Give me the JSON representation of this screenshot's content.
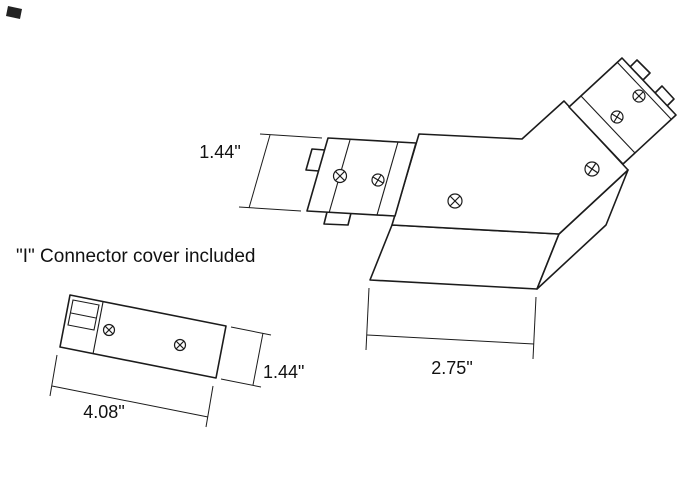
{
  "drawing": {
    "background_color": "#ffffff",
    "line_color": "#1c1c1c",
    "cover_note": "\"I\" Connector cover included",
    "dimensions": {
      "stub_height": "1.44\"",
      "body_length": "2.75\"",
      "cover_length": "4.08\"",
      "cover_height": "1.44\""
    }
  }
}
